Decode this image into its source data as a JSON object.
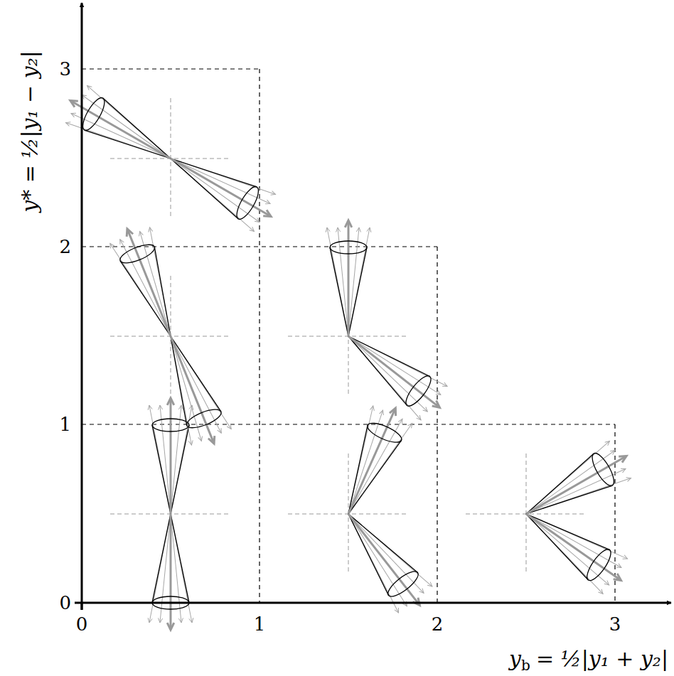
{
  "diagram": {
    "labels": [
      "0",
      "1",
      "2",
      "3",
      "0",
      "1",
      "2",
      "3",
      "y* = ½|y₁ − y₂|",
      "y",
      "b",
      "= ½|y₁ + y₂|"
    ]
  }
}
